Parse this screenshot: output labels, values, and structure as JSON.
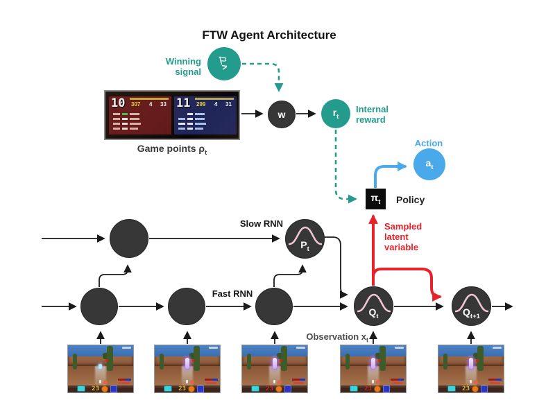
{
  "title": "FTW Agent Architecture",
  "colors": {
    "teal": "#239c8d",
    "blue": "#4aa9ea",
    "red": "#e8212a",
    "dark": "#373737",
    "pink": "#edc7d3"
  },
  "nodes": {
    "winning": {
      "label": "Winning\nsignal",
      "icon": "flag-checkmark-icon"
    },
    "w": {
      "text": "w"
    },
    "reward": {
      "symbol": "r",
      "sub": "t",
      "label": "Internal\nreward"
    },
    "action": {
      "symbol": "a",
      "sub": "t",
      "label": "Action"
    },
    "policy": {
      "symbol": "π",
      "sub": "t",
      "label": "Policy"
    },
    "slow_rnn": {
      "label": "Slow RNN"
    },
    "fast_rnn": {
      "label": "Fast RNN"
    },
    "p": {
      "symbol": "P",
      "sub": "t"
    },
    "q": {
      "symbol": "Q",
      "sub": "t"
    },
    "q_next": {
      "symbol": "Q",
      "sub": "t+1"
    },
    "sampled": {
      "label": "Sampled\nlatent\nvariable"
    },
    "observation": {
      "text": "Observation x",
      "sub": "t"
    },
    "game_points": {
      "text": "Game points ρ",
      "sub": "t"
    }
  },
  "scoreboard": {
    "red_team": {
      "score": "10",
      "points": "307",
      "frames": "4",
      "stat": "33"
    },
    "blue_team": {
      "score": "11",
      "points": "299",
      "frames": "4",
      "stat": "31"
    }
  },
  "screenshots": [
    {
      "hud_value": "23",
      "hud_value_color": "#f2c22e",
      "center_item": "blue-item"
    },
    {
      "hud_value": "23",
      "hud_value_color": "#f2c22e",
      "center_item": "purple-flag"
    },
    {
      "hud_value": "23",
      "hud_value_color": "#e03028",
      "center_item": "purple-flag"
    },
    {
      "hud_value": "23",
      "hud_value_color": "#e03028",
      "center_item": "purple-flag"
    },
    {
      "hud_value": "23",
      "hud_value_color": "#f2c22e",
      "center_item": "purple-flag"
    }
  ]
}
